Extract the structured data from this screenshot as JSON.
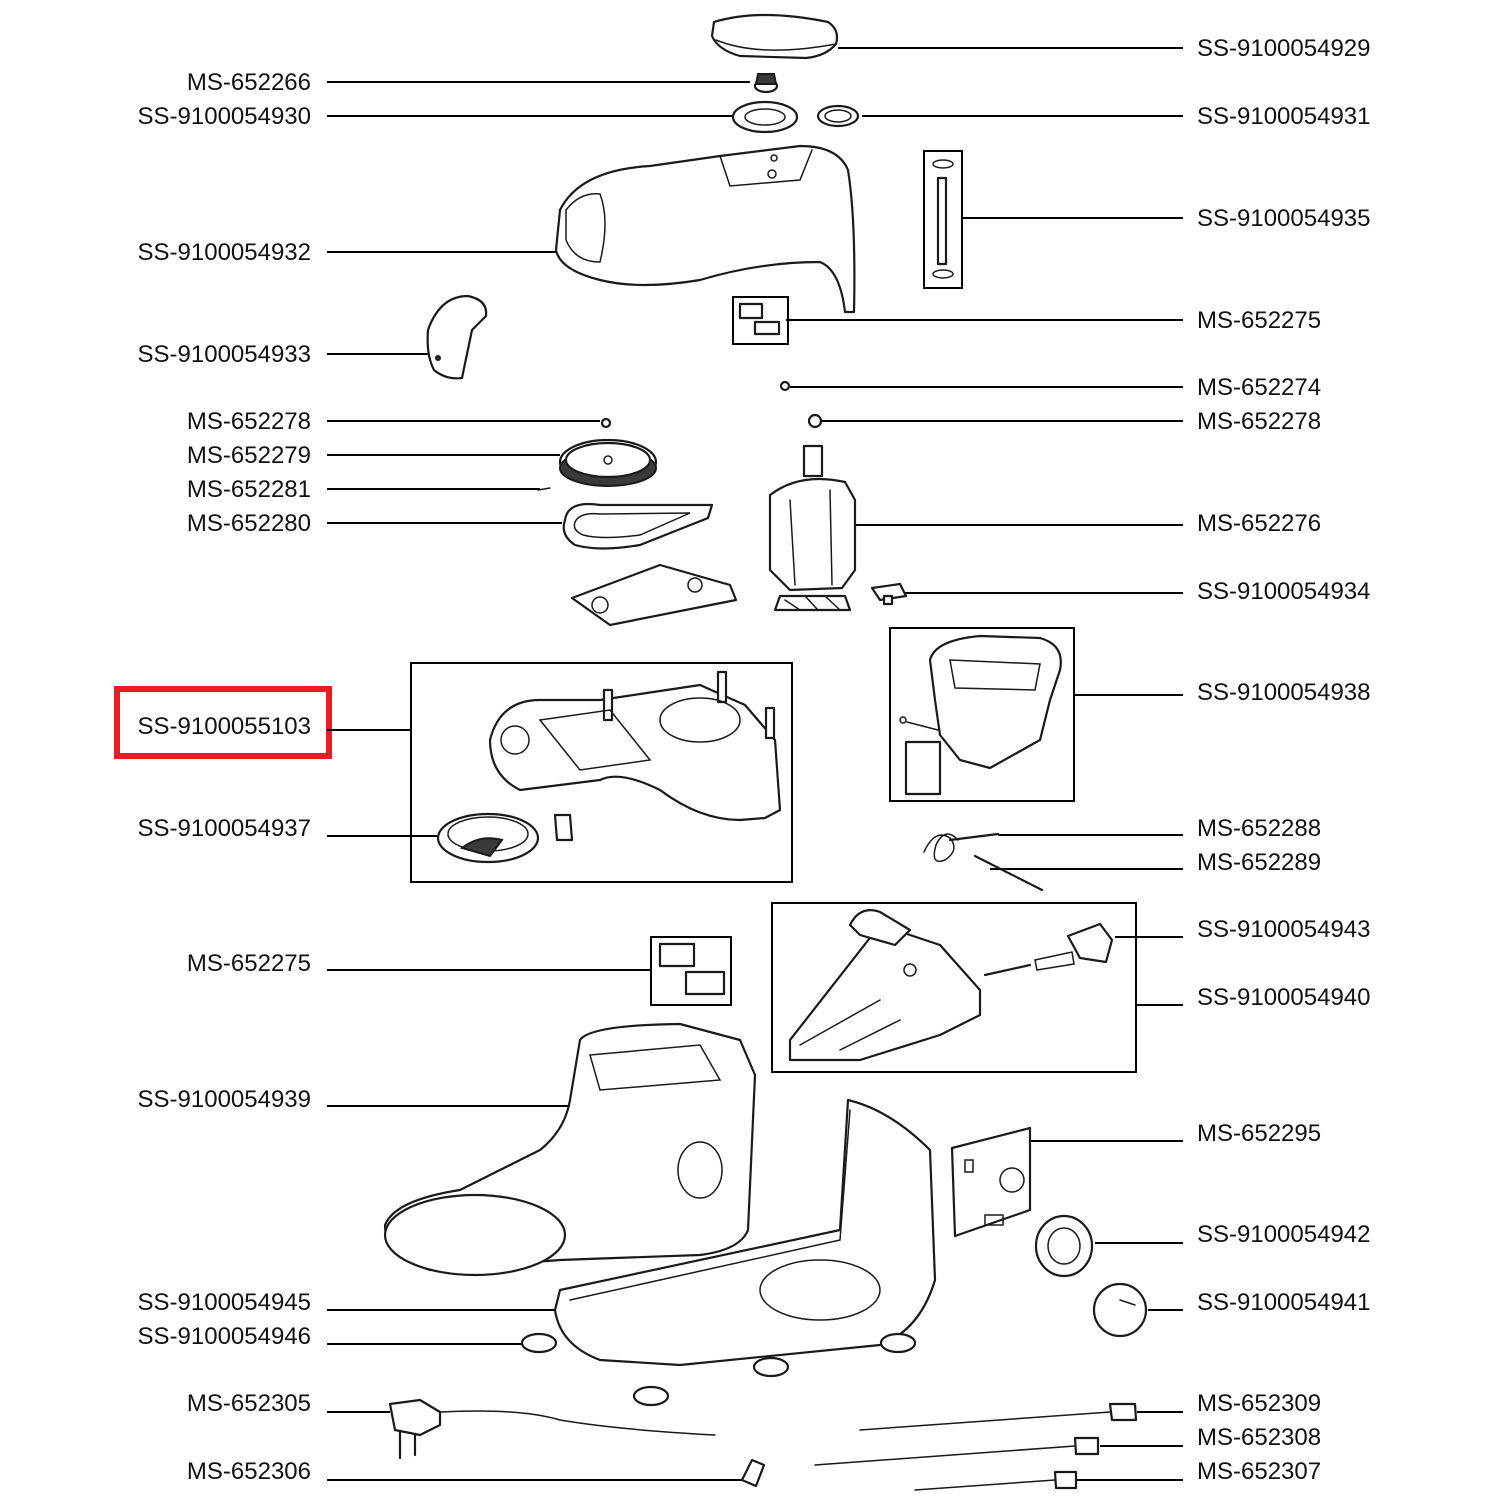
{
  "highlight_color": "#ec1c24",
  "callouts": {
    "l01": "MS-652266",
    "l02": "SS-9100054930",
    "l03": "SS-9100054932",
    "l04": "SS-9100054933",
    "l05": "MS-652278",
    "l06": "MS-652279",
    "l07": "MS-652281",
    "l08": "MS-652280",
    "l09": "SS-9100055103",
    "l10": "SS-9100054937",
    "l11": "MS-652275",
    "l12": "SS-9100054939",
    "l13": "SS-9100054945",
    "l14": "SS-9100054946",
    "l15": "MS-652305",
    "l16": "MS-652306",
    "r01": "SS-9100054929",
    "r02": "SS-9100054931",
    "r03": "SS-9100054935",
    "r04": "MS-652275",
    "r05": "MS-652274",
    "r06": "MS-652278",
    "r07": "MS-652276",
    "r08": "SS-9100054934",
    "r09": "SS-9100054938",
    "r10": "MS-652288",
    "r11": "MS-652289",
    "r12": "SS-9100054943",
    "r13": "SS-9100054940",
    "r14": "MS-652295",
    "r15": "SS-9100054942",
    "r16": "SS-9100054941",
    "r17": "MS-652309",
    "r18": "MS-652308",
    "r19": "MS-652307"
  }
}
